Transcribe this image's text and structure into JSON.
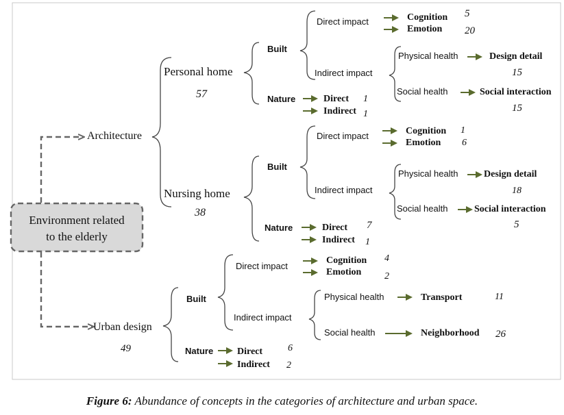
{
  "root": {
    "line1": "Environment related",
    "line2": "to the elderly"
  },
  "architecture": {
    "label": "Architecture",
    "personal_home": {
      "label": "Personal home",
      "count": "57",
      "built": {
        "label": "Built",
        "direct_impact": {
          "label": "Direct impact",
          "cognition": "Cognition",
          "cognition_count": "5",
          "emotion": "Emotion",
          "emotion_count": "20"
        },
        "indirect_impact": {
          "label": "Indirect impact",
          "physical_health": "Physical health",
          "design_detail": "Design detail",
          "design_detail_count": "15",
          "social_health": "Social health",
          "social_interaction": "Social interaction",
          "social_interaction_count": "15"
        }
      },
      "nature": {
        "label": "Nature",
        "direct": "Direct",
        "direct_count": "1",
        "indirect": "Indirect",
        "indirect_count": "1"
      }
    },
    "nursing_home": {
      "label": "Nursing home",
      "count": "38",
      "built": {
        "label": "Built",
        "direct_impact": {
          "label": "Direct impact",
          "cognition": "Cognition",
          "cognition_count": "1",
          "emotion": "Emotion",
          "emotion_count": "6"
        },
        "indirect_impact": {
          "label": "Indirect impact",
          "physical_health": "Physical health",
          "design_detail": "Design detail",
          "design_detail_count": "18",
          "social_health": "Social health",
          "social_interaction": "Social interaction",
          "social_interaction_count": "5"
        }
      },
      "nature": {
        "label": "Nature",
        "direct": "Direct",
        "direct_count": "7",
        "indirect": "Indirect",
        "indirect_count": "1"
      }
    }
  },
  "urban_design": {
    "label": "Urban design",
    "count": "49",
    "built": {
      "label": "Built",
      "direct_impact": {
        "label": "Direct impact",
        "cognition": "Cognition",
        "cognition_count": "4",
        "emotion": "Emotion",
        "emotion_count": "2"
      },
      "indirect_impact": {
        "label": "Indirect impact",
        "physical_health": "Physical health",
        "transport": "Transport",
        "transport_count": "11",
        "social_health": "Social health",
        "neighborhood": "Neighborhood",
        "neighborhood_count": "26"
      }
    },
    "nature": {
      "label": "Nature",
      "direct": "Direct",
      "direct_count": "6",
      "indirect": "Indirect",
      "indirect_count": "2"
    }
  },
  "caption": {
    "figure": "Figure 6:",
    "text": "Abundance of concepts in the categories of architecture and urban space."
  },
  "colors": {
    "arrow": "#5a6b2e",
    "root_box": "#d9d9d9"
  }
}
